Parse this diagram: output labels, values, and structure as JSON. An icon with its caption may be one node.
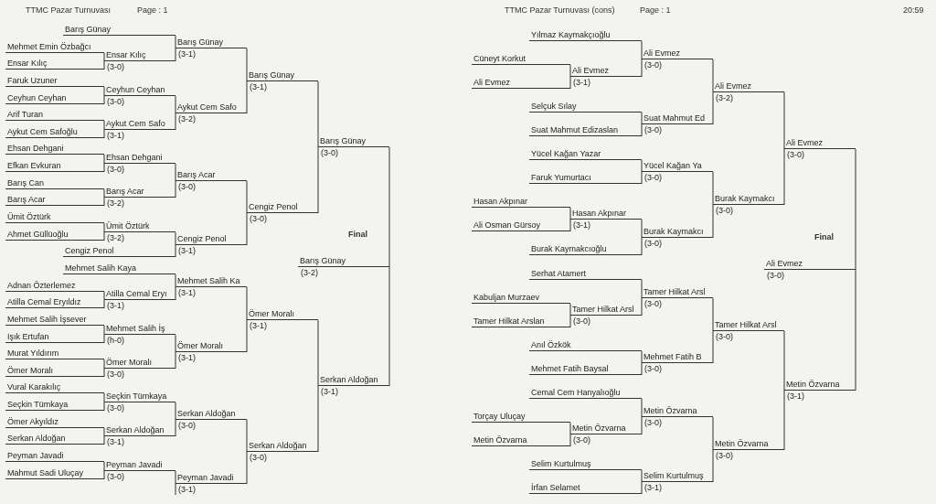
{
  "diagram": {
    "nodes": [
      {
        "text": [
          "Barış Günay"
        ]
      },
      {
        "text": [
          "Mehmet Emin Özbağcı"
        ]
      },
      {
        "text": [
          "Ensar Kılıç"
        ]
      },
      {
        "text": [
          "Faruk Uzuner"
        ]
      },
      {
        "text": [
          "Ceyhun Ceyhan"
        ]
      },
      {
        "text": [
          "Arif Turan"
        ]
      },
      {
        "text": [
          "Aykut Cem Safoğlu"
        ]
      },
      {
        "text": [
          "Ehsan Dehgani"
        ]
      },
      {
        "text": [
          "Efkan Evkuran"
        ]
      },
      {
        "text": [
          "Barış Can"
        ]
      },
      {
        "text": [
          "Barış Acar"
        ]
      },
      {
        "text": [
          "Ümit Öztürk"
        ]
      },
      {
        "text": [
          "Ahmet Güllüoğlu"
        ]
      },
      {
        "text": [
          "Cengiz Penol"
        ]
      },
      {
        "text": [
          "Mehmet Salih Kaya"
        ]
      },
      {
        "text": [
          "Adnan Özterlemez"
        ]
      },
      {
        "text": [
          "Atilla Cemal Eryıldız"
        ]
      },
      {
        "text": [
          "Mehmet Salih İşsever"
        ]
      },
      {
        "text": [
          "Işık Ertufan"
        ]
      },
      {
        "text": [
          "Murat Yıldırım"
        ]
      },
      {
        "text": [
          "Ömer Moralı"
        ]
      },
      {
        "text": [
          "Vural Karakılıç"
        ]
      },
      {
        "text": [
          "Seçkin Tümkaya"
        ]
      },
      {
        "text": [
          "Ömer Akyıldız"
        ]
      },
      {
        "text": [
          "Serkan Aldoğan"
        ]
      },
      {
        "text": [
          "Peyman Javadi"
        ]
      },
      {
        "text": [
          "Mahmut Sadi Uluçay"
        ]
      },
      {
        "text": [
          "Ensar Kılıç"
        ],
        "beside": [
          "(3-0)"
        ]
      },
      {
        "text": [
          "Ceyhun Ceyhan"
        ],
        "beside": [
          "(3-0)"
        ]
      },
      {
        "text": [
          "Aykut Cem Safo"
        ],
        "beside": [
          "(3-1)"
        ]
      },
      {
        "text": [
          "Ehsan Dehgani"
        ],
        "beside": [
          "(3-0)"
        ]
      },
      {
        "text": [
          "Barış Acar"
        ],
        "beside": [
          "(3-2)"
        ]
      },
      {
        "text": [
          "Ümit Öztürk"
        ],
        "beside": [
          "(3-2)"
        ]
      },
      {
        "text": [
          "Atilla Cemal Eryı"
        ],
        "beside": [
          "(3-1)"
        ]
      },
      {
        "text": [
          "Mehmet Salih İş"
        ],
        "beside": [
          "(h-0)"
        ]
      },
      {
        "text": [
          "Ömer Moralı"
        ],
        "beside": [
          "(3-0)"
        ]
      },
      {
        "text": [
          "Seçkin Tümkaya"
        ],
        "beside": [
          "(3-0)"
        ]
      },
      {
        "text": [
          "Serkan Aldoğan"
        ],
        "beside": [
          "(3-1)"
        ]
      },
      {
        "text": [
          "Peyman Javadi"
        ],
        "beside": [
          "(3-0)"
        ]
      },
      {
        "text": [
          "Barış Günay"
        ],
        "beside": [
          "(3-1)"
        ]
      },
      {
        "text": [
          "Aykut Cem Safo"
        ],
        "beside": [
          "(3-2)"
        ]
      },
      {
        "text": [
          "Barış Acar"
        ],
        "beside": [
          "(3-0)"
        ]
      },
      {
        "text": [
          "Cengiz Penol"
        ],
        "beside": [
          "(3-1)"
        ]
      },
      {
        "text": [
          "Mehmet Salih Ka"
        ],
        "beside": [
          "(3-1)"
        ]
      },
      {
        "text": [
          "Ömer Moralı"
        ],
        "beside": [
          "(3-1)"
        ]
      },
      {
        "text": [
          "Serkan Aldoğan"
        ],
        "beside": [
          "(3-0)"
        ]
      },
      {
        "text": [
          "Peyman Javadi"
        ],
        "beside": [
          "(3-1)"
        ]
      },
      {
        "text": [
          "Barış Günay"
        ],
        "beside": [
          "(3-1)"
        ]
      },
      {
        "text": [
          "Cengiz Penol"
        ],
        "beside": [
          "(3-0)"
        ]
      },
      {
        "text": [
          "Ömer Moralı"
        ],
        "beside": [
          "(3-1)"
        ]
      },
      {
        "text": [
          "Serkan Aldoğan"
        ],
        "beside": [
          "(3-0)"
        ]
      },
      {
        "text": [
          "Barış Günay"
        ],
        "beside": [
          "(3-0)"
        ]
      },
      {
        "text": [
          "Serkan Aldoğan"
        ],
        "beside": [
          "(3-1)"
        ]
      },
      {
        "text": [
          "Barış Günay"
        ],
        "beside": [
          "(3-2)"
        ]
      },
      {
        "text": [
          "Yılmaz Kaymakçıoğlu"
        ]
      },
      {
        "text": [
          "Cüneyt Korkut"
        ]
      },
      {
        "text": [
          "Ali Evmez"
        ]
      },
      {
        "text": [
          "Selçuk Sılay"
        ]
      },
      {
        "text": [
          "Suat Mahmut Edizaslan"
        ]
      },
      {
        "text": [
          "Yücel Kağan Yazar"
        ]
      },
      {
        "text": [
          "Faruk Yumurtacı"
        ]
      },
      {
        "text": [
          "Hasan Akpınar"
        ]
      },
      {
        "text": [
          "Ali Osman Gürsoy"
        ]
      },
      {
        "text": [
          "Burak Kaymakcıoğlu"
        ]
      },
      {
        "text": [
          "Serhat Atamert"
        ]
      },
      {
        "text": [
          "Kabuljan Murzaev"
        ]
      },
      {
        "text": [
          "Tamer Hilkat Arslan"
        ]
      },
      {
        "text": [
          "Anıl Özkök"
        ]
      },
      {
        "text": [
          "Mehmet Fatih Baysal"
        ]
      },
      {
        "text": [
          "Cemal Cem Hanyalıoğlu"
        ]
      },
      {
        "text": [
          "Torçay Uluçay"
        ]
      },
      {
        "text": [
          "Metin Özvarna"
        ]
      },
      {
        "text": [
          "Selim Kurtulmuş"
        ]
      },
      {
        "text": [
          "İrfan Selamet"
        ]
      },
      {
        "text": [
          "Ali Evmez"
        ],
        "beside": [
          "(3-1)"
        ]
      },
      {
        "text": [
          "Hasan Akpınar"
        ],
        "beside": [
          "(3-1)"
        ]
      },
      {
        "text": [
          "Tamer Hilkat Arsl"
        ],
        "beside": [
          "(3-0)"
        ]
      },
      {
        "text": [
          "Metin Özvarna"
        ],
        "beside": [
          "(3-0)"
        ]
      },
      {
        "text": [
          "Ali Evmez"
        ],
        "beside": [
          "(3-0)"
        ]
      },
      {
        "text": [
          "Suat Mahmut Ed"
        ],
        "beside": [
          "(3-0)"
        ]
      },
      {
        "text": [
          "Yücel Kağan Ya"
        ],
        "beside": [
          "(3-0)"
        ]
      },
      {
        "text": [
          "Burak Kaymakcı"
        ],
        "beside": [
          "(3-0)"
        ]
      },
      {
        "text": [
          "Tamer Hilkat Arsl"
        ],
        "beside": [
          "(3-0)"
        ]
      },
      {
        "text": [
          "Mehmet Fatih B"
        ],
        "beside": [
          "(3-0)"
        ]
      },
      {
        "text": [
          "Metin Özvarna"
        ],
        "beside": [
          "(3-0)"
        ]
      },
      {
        "text": [
          "Selim Kurtulmuş"
        ],
        "beside": [
          "(3-1)"
        ]
      },
      {
        "text": [
          "Ali Evmez"
        ],
        "beside": [
          "(3-2)"
        ]
      },
      {
        "text": [
          "Burak Kaymakcı"
        ],
        "beside": [
          "(3-0)"
        ]
      },
      {
        "text": [
          "Tamer Hilkat Arsl"
        ],
        "beside": [
          "(3-0)"
        ]
      },
      {
        "text": [
          "Metin Özvarna"
        ],
        "beside": [
          "(3-0)"
        ]
      },
      {
        "text": [
          "Ali Evmez"
        ],
        "beside": [
          "(3-0)"
        ]
      },
      {
        "text": [
          "Metin Özvarna"
        ],
        "beside": [
          "(3-1)"
        ]
      },
      {
        "text": [
          "Ali Evmez"
        ],
        "beside": [
          "(3-0)"
        ]
      }
    ],
    "edges": [
      {
        "from": 1,
        "to": 27,
        "arrow": "none"
      },
      {
        "from": 2,
        "to": 27,
        "arrow": "none"
      },
      {
        "from": 3,
        "to": 28,
        "arrow": "none"
      },
      {
        "from": 4,
        "to": 28,
        "arrow": "none"
      },
      {
        "from": 5,
        "to": 29,
        "arrow": "none"
      },
      {
        "from": 6,
        "to": 29,
        "arrow": "none"
      },
      {
        "from": 7,
        "to": 30,
        "arrow": "none"
      },
      {
        "from": 8,
        "to": 30,
        "arrow": "none"
      },
      {
        "from": 9,
        "to": 31,
        "arrow": "none"
      },
      {
        "from": 10,
        "to": 31,
        "arrow": "none"
      },
      {
        "from": 11,
        "to": 32,
        "arrow": "none"
      },
      {
        "from": 12,
        "to": 32,
        "arrow": "none"
      },
      {
        "from": 15,
        "to": 33,
        "arrow": "none"
      },
      {
        "from": 16,
        "to": 33,
        "arrow": "none"
      },
      {
        "from": 17,
        "to": 34,
        "arrow": "none"
      },
      {
        "from": 18,
        "to": 34,
        "arrow": "none"
      },
      {
        "from": 19,
        "to": 35,
        "arrow": "none"
      },
      {
        "from": 20,
        "to": 35,
        "arrow": "none"
      },
      {
        "from": 21,
        "to": 36,
        "arrow": "none"
      },
      {
        "from": 22,
        "to": 36,
        "arrow": "none"
      },
      {
        "from": 23,
        "to": 37,
        "arrow": "none"
      },
      {
        "from": 24,
        "to": 37,
        "arrow": "none"
      },
      {
        "from": 25,
        "to": 38,
        "arrow": "none"
      },
      {
        "from": 26,
        "to": 38,
        "arrow": "none"
      },
      {
        "from": 0,
        "to": 39,
        "arrow": "none"
      },
      {
        "from": 27,
        "to": 39,
        "arrow": "none"
      },
      {
        "from": 28,
        "to": 40,
        "arrow": "none"
      },
      {
        "from": 29,
        "to": 40,
        "arrow": "none"
      },
      {
        "from": 30,
        "to": 41,
        "arrow": "none"
      },
      {
        "from": 31,
        "to": 41,
        "arrow": "none"
      },
      {
        "from": 32,
        "to": 42,
        "arrow": "none"
      },
      {
        "from": 13,
        "to": 42,
        "arrow": "none"
      },
      {
        "from": 14,
        "to": 43,
        "arrow": "none"
      },
      {
        "from": 33,
        "to": 43,
        "arrow": "none"
      },
      {
        "from": 34,
        "to": 44,
        "arrow": "none"
      },
      {
        "from": 35,
        "to": 44,
        "arrow": "none"
      },
      {
        "from": 36,
        "to": 45,
        "arrow": "none"
      },
      {
        "from": 37,
        "to": 45,
        "arrow": "none"
      },
      {
        "from": 38,
        "to": 46,
        "arrow": "none"
      },
      {
        "from": null,
        "to": 46,
        "arrow": "none"
      },
      {
        "from": 39,
        "to": 47,
        "arrow": "none"
      },
      {
        "from": 40,
        "to": 47,
        "arrow": "none"
      },
      {
        "from": 41,
        "to": 48,
        "arrow": "none"
      },
      {
        "from": 42,
        "to": 48,
        "arrow": "none"
      },
      {
        "from": 43,
        "to": 49,
        "arrow": "none"
      },
      {
        "from": 44,
        "to": 49,
        "arrow": "none"
      },
      {
        "from": 45,
        "to": 50,
        "arrow": "none"
      },
      {
        "from": 46,
        "to": 50,
        "arrow": "none"
      },
      {
        "from": 47,
        "to": 51,
        "arrow": "none"
      },
      {
        "from": 48,
        "to": 51,
        "arrow": "none"
      },
      {
        "from": 49,
        "to": 52,
        "arrow": "none"
      },
      {
        "from": 50,
        "to": 52,
        "arrow": "none"
      },
      {
        "from": 51,
        "to": 53,
        "arrow": "none"
      },
      {
        "from": 52,
        "to": 53,
        "arrow": "none"
      },
      {
        "from": 55,
        "to": 74,
        "arrow": "none"
      },
      {
        "from": 56,
        "to": 74,
        "arrow": "none"
      },
      {
        "from": 61,
        "to": 75,
        "arrow": "none"
      },
      {
        "from": 62,
        "to": 75,
        "arrow": "none"
      },
      {
        "from": 65,
        "to": 76,
        "arrow": "none"
      },
      {
        "from": 66,
        "to": 76,
        "arrow": "none"
      },
      {
        "from": 70,
        "to": 77,
        "arrow": "none"
      },
      {
        "from": 71,
        "to": 77,
        "arrow": "none"
      },
      {
        "from": 54,
        "to": 78,
        "arrow": "none"
      },
      {
        "from": 74,
        "to": 78,
        "arrow": "none"
      },
      {
        "from": 57,
        "to": 79,
        "arrow": "none"
      },
      {
        "from": 58,
        "to": 79,
        "arrow": "none"
      },
      {
        "from": 59,
        "to": 80,
        "arrow": "none"
      },
      {
        "from": 60,
        "to": 80,
        "arrow": "none"
      },
      {
        "from": 75,
        "to": 81,
        "arrow": "none"
      },
      {
        "from": 63,
        "to": 81,
        "arrow": "none"
      },
      {
        "from": 64,
        "to": 82,
        "arrow": "none"
      },
      {
        "from": 76,
        "to": 82,
        "arrow": "none"
      },
      {
        "from": 67,
        "to": 83,
        "arrow": "none"
      },
      {
        "from": 68,
        "to": 83,
        "arrow": "none"
      },
      {
        "from": 69,
        "to": 84,
        "arrow": "none"
      },
      {
        "from": 77,
        "to": 84,
        "arrow": "none"
      },
      {
        "from": 72,
        "to": 85,
        "arrow": "none"
      },
      {
        "from": 73,
        "to": 85,
        "arrow": "none"
      },
      {
        "from": 78,
        "to": 86,
        "arrow": "none"
      },
      {
        "from": 79,
        "to": 86,
        "arrow": "none"
      },
      {
        "from": 80,
        "to": 87,
        "arrow": "none"
      },
      {
        "from": 81,
        "to": 87,
        "arrow": "none"
      },
      {
        "from": 82,
        "to": 88,
        "arrow": "none"
      },
      {
        "from": 83,
        "to": 88,
        "arrow": "none"
      },
      {
        "from": 84,
        "to": 89,
        "arrow": "none"
      },
      {
        "from": 85,
        "to": 89,
        "arrow": "none"
      },
      {
        "from": 86,
        "to": 90,
        "arrow": "none"
      },
      {
        "from": 87,
        "to": 90,
        "arrow": "none"
      },
      {
        "from": 88,
        "to": 91,
        "arrow": "none"
      },
      {
        "from": 89,
        "to": 91,
        "arrow": "none"
      },
      {
        "from": 90,
        "to": 92,
        "arrow": "none"
      },
      {
        "from": 91,
        "to": 92,
        "arrow": "none"
      }
    ],
    "labels": [
      "TTMC Pazar Turnuvası",
      "Page : 1",
      "TTMC Pazar Turnuvası (cons)",
      "Page : 1",
      "20:59",
      "Final",
      "Final"
    ]
  }
}
